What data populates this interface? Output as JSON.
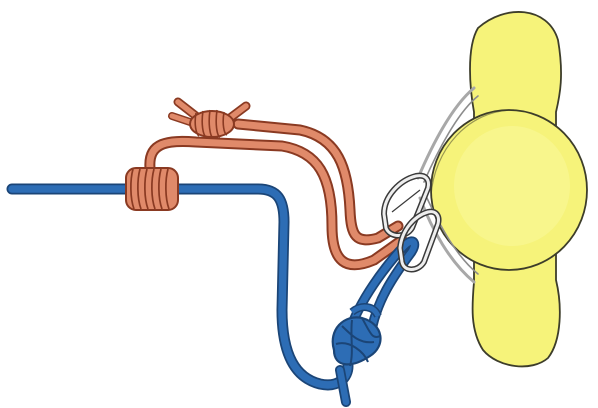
{
  "diagram": {
    "kind": "climbing-knot-illustration",
    "text": "",
    "colors": {
      "background": "#ffffff",
      "blue_rope": "#2d6db5",
      "blue_rope_dark": "#1b4577",
      "orange_cord": "#e08a6a",
      "orange_cord_dark": "#8a3a22",
      "anchor_fill": "#f6f37a",
      "anchor_outline": "#3d3d2a",
      "carabiner": "#eeeeee",
      "carabiner_outline": "#3a3a3a",
      "sling": "#a8a8a8"
    },
    "parts": [
      {
        "name": "blue-rope",
        "icon": "rope-icon"
      },
      {
        "name": "orange-cord",
        "icon": "cord-icon"
      },
      {
        "name": "prusik-coils",
        "icon": "coil-icon"
      },
      {
        "name": "wrap-knot",
        "icon": "knot-icon"
      },
      {
        "name": "figure-eight-knot",
        "icon": "knot-icon"
      },
      {
        "name": "carabiner-upper",
        "icon": "carabiner-icon"
      },
      {
        "name": "carabiner-lower",
        "icon": "carabiner-icon"
      },
      {
        "name": "sling",
        "icon": "sling-icon"
      },
      {
        "name": "anchor-post",
        "icon": "bollard-icon"
      }
    ]
  }
}
